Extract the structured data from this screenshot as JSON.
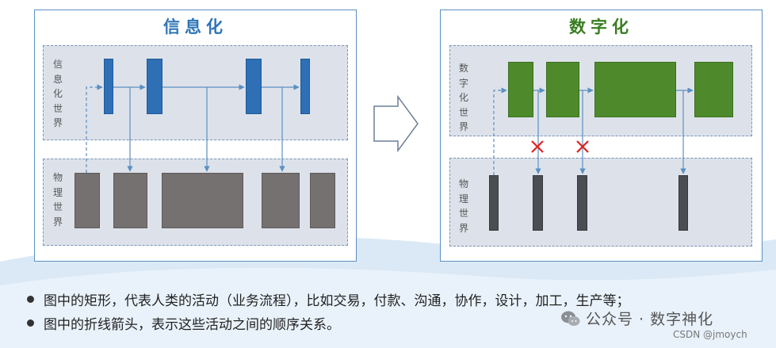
{
  "left_panel": {
    "title": "信息化",
    "upper_label": "信息化世界",
    "lower_label": "物理世界"
  },
  "right_panel": {
    "title": "数字化",
    "upper_label": "数字化世界",
    "lower_label": "物理世界"
  },
  "colors": {
    "title_blue": "#2e75b6",
    "title_green": "#3a7d22",
    "block_blue": "#2e6fb5",
    "block_gray": "#767171",
    "block_green": "#4e8a2b",
    "block_dark": "#4a4d52",
    "cross_red": "#e0201c"
  },
  "bullets": [
    "图中的矩形，代表人类的活动（业务流程），比如交易，付款、沟通，协作，设计，加工，生产等；",
    "图中的折线箭头，表示这些活动之间的顺序关系。"
  ],
  "watermark": {
    "brand": "公众号 · 数字神化",
    "credit": "CSDN @jmoych",
    "icon": "wechat-icon"
  }
}
